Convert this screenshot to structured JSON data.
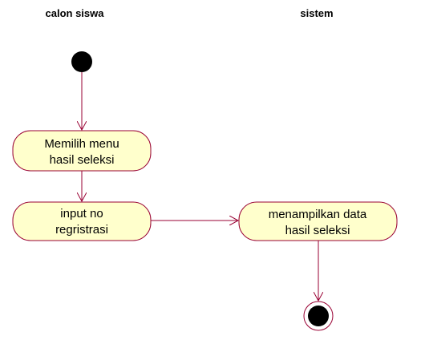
{
  "lanes": {
    "left": "calon  siswa",
    "right": "sistem"
  },
  "activities": {
    "a1": {
      "line1": "Memilih menu",
      "line2": "hasil seleksi"
    },
    "a2": {
      "line1": "input no",
      "line2": "regristrasi"
    },
    "a3": {
      "line1": "menampilkan data",
      "line2": "hasil seleksi"
    }
  },
  "colors": {
    "activity_fill": "#FFFFCC",
    "stroke": "#990033",
    "node": "#000000"
  }
}
